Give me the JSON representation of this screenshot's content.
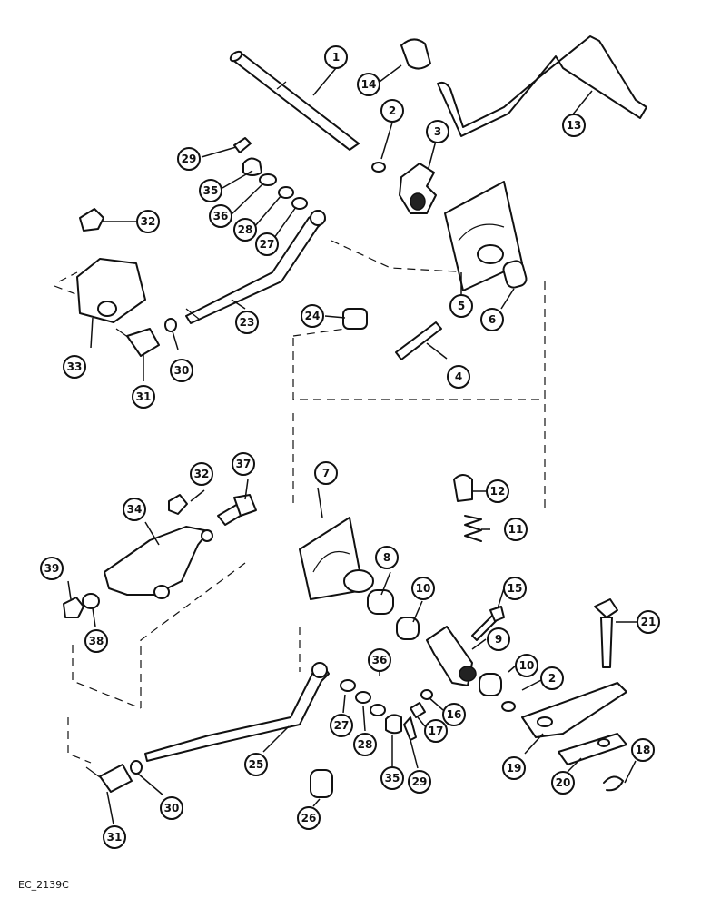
{
  "diagram": {
    "reference_code": "EC_2139C",
    "callouts": [
      "1",
      "14",
      "13",
      "2",
      "3",
      "29",
      "35",
      "36",
      "28",
      "27",
      "32",
      "5",
      "6",
      "24",
      "23",
      "33",
      "30",
      "31",
      "4",
      "7",
      "12",
      "32",
      "37",
      "34",
      "11",
      "39",
      "8",
      "10",
      "15",
      "38",
      "9",
      "10",
      "21",
      "2",
      "36",
      "16",
      "27",
      "28",
      "17",
      "25",
      "35",
      "29",
      "19",
      "18",
      "30",
      "31",
      "26",
      "20"
    ]
  }
}
